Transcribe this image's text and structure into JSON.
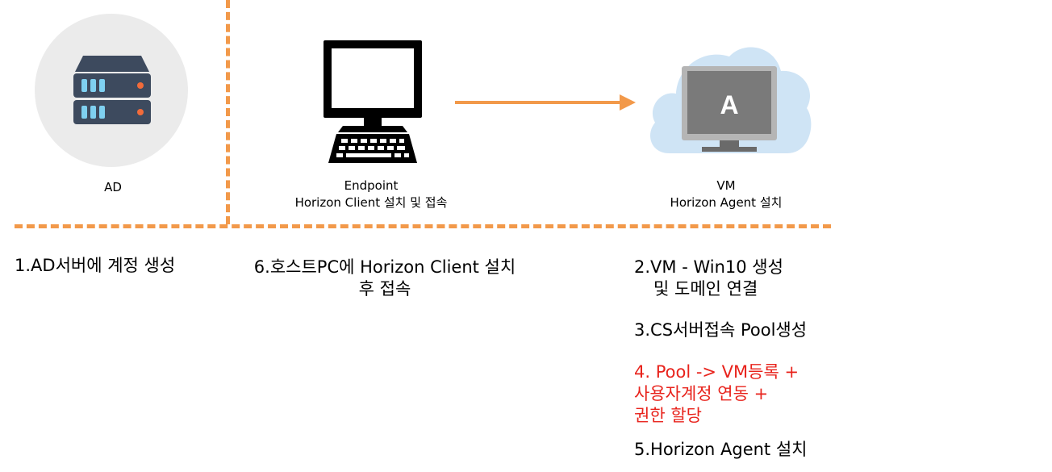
{
  "nodes": {
    "ad": {
      "label": "AD"
    },
    "endpoint": {
      "title": "Endpoint",
      "subtitle": "Horizon Client 설치 및 접속"
    },
    "vm": {
      "title": "VM",
      "subtitle": "Horizon Agent 설치",
      "monitor_letter": "A"
    }
  },
  "steps": {
    "step1": "1.AD서버에 계정 생성",
    "step6_line1": "6.호스트PC에 Horizon Client 설치",
    "step6_line2": "후 접속",
    "step2_line1": "2.VM - Win10 생성",
    "step2_line2": "및 도메인 연결",
    "step3": "3.CS서버접속 Pool생성",
    "step4_line1": "4. Pool -> VM등록 +",
    "step4_line2": "사용자계정 연동 +",
    "step4_line3": "권한 할당",
    "step5": "5.Horizon Agent 설치"
  },
  "colors": {
    "dash": "#f2994a",
    "arrow": "#f2994a",
    "highlight_text": "#e8231c",
    "ad_circle": "#ebebeb",
    "server_body": "#3d4a5e",
    "server_slot": "#7fd0f0",
    "server_led": "#f26b3a",
    "cloud": "#cfe4f5",
    "vm_monitor": "#7a7a7a"
  }
}
